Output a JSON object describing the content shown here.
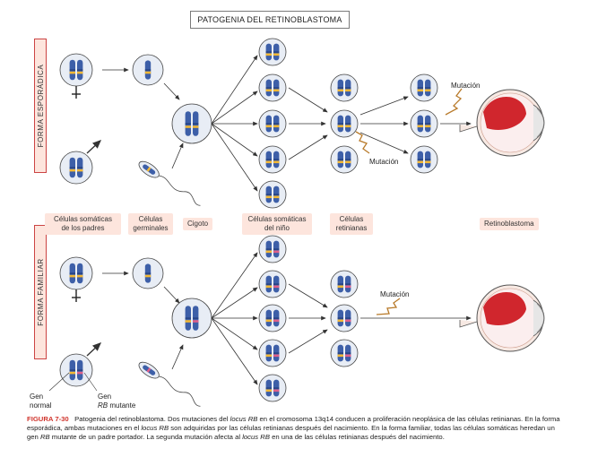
{
  "title": "PATOGENIA DEL RETINOBLASTOMA",
  "sections": {
    "sporadic": "FORMA ESPORÁDICA",
    "familial": "FORMA FAMILIAR"
  },
  "stage_labels": {
    "parents": "Células somáticas de los padres",
    "germinal": "Células germinales",
    "zygote": "Cigoto",
    "child": "Células somáticas del niño",
    "retinal": "Células retinianas",
    "tumor": "Retinoblastoma"
  },
  "annotations": {
    "mutation_top_1": "Mutación",
    "mutation_top_2": "Mutación",
    "mutation_bottom": "Mutación",
    "gene_normal": "Gen normal",
    "gene_mutant_prefix": "Gen",
    "gene_mutant_rb": "RB",
    "gene_mutant_suffix": "mutante"
  },
  "caption": {
    "figure": "FIGURA 7-30",
    "t1": "Patogenia del retinoblastoma. Dos mutaciones del ",
    "t2": "locus RB",
    "t3": " en el cromosoma 13q14 conducen a proliferación neoplásica de las células retinianas. En la forma esporádica, ambas mutaciones en el ",
    "t4": "locus RB",
    "t5": " son adquiridas por las células retinianas después del nacimiento. En la forma familiar, todas las células somáticas heredan un gen ",
    "t6": "RB",
    "t7": " mutante de un padre portador. La segunda mutación afecta al ",
    "t8": "locus RB",
    "t9": " en una de las células retinianas después del nacimiento."
  },
  "colors": {
    "chromosome": "#3d5fa8",
    "normal_band": "#f2b836",
    "mutant_band": "#e0608a",
    "cell_fill": "#e8edf5",
    "tumor": "#d0262d",
    "label_bg": "#fde5dd"
  },
  "icons": [
    "cell-icon",
    "sperm-icon",
    "eye-icon",
    "lightning-icon",
    "arrow-icon"
  ]
}
